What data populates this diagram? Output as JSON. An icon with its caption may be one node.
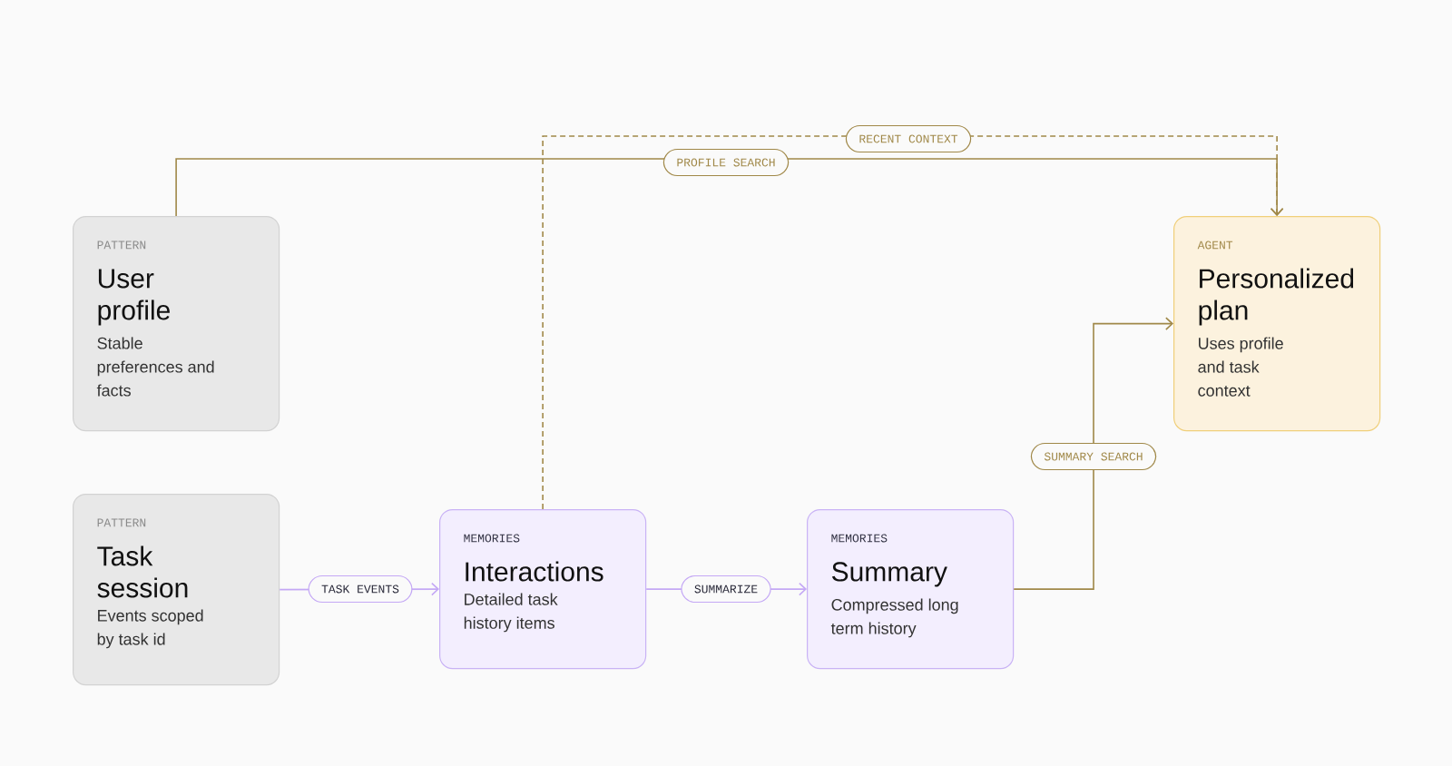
{
  "diagram": {
    "nodes": [
      {
        "text": [
          "PATTERN",
          "User profile",
          "Stable preferences and facts"
        ]
      },
      {
        "text": [
          "PATTERN",
          "Task session",
          "Events scoped by task id"
        ]
      },
      {
        "text": [
          "MEMORIES",
          "Interactions",
          "Detailed task history items"
        ]
      },
      {
        "text": [
          "MEMORIES",
          "Summary",
          "Compressed long term history"
        ]
      },
      {
        "text": [
          "AGENT",
          "Personalized plan",
          "Uses profile and task context"
        ]
      }
    ],
    "edges": [
      {
        "from": 0,
        "to": 4,
        "arrow": "to",
        "label": "PROFILE SEARCH"
      },
      {
        "from": 2,
        "to": 4,
        "arrow": "to",
        "label": "RECENT CONTEXT",
        "style": "dashed"
      },
      {
        "from": 1,
        "to": 2,
        "arrow": "to",
        "label": "TASK EVENTS",
        "color": "#c4a8f5"
      },
      {
        "from": 2,
        "to": 3,
        "arrow": "to",
        "label": "SUMMARIZE",
        "color": "#c4a8f5"
      },
      {
        "from": 3,
        "to": 4,
        "arrow": "to",
        "label": "SUMMARY SEARCH"
      }
    ]
  }
}
